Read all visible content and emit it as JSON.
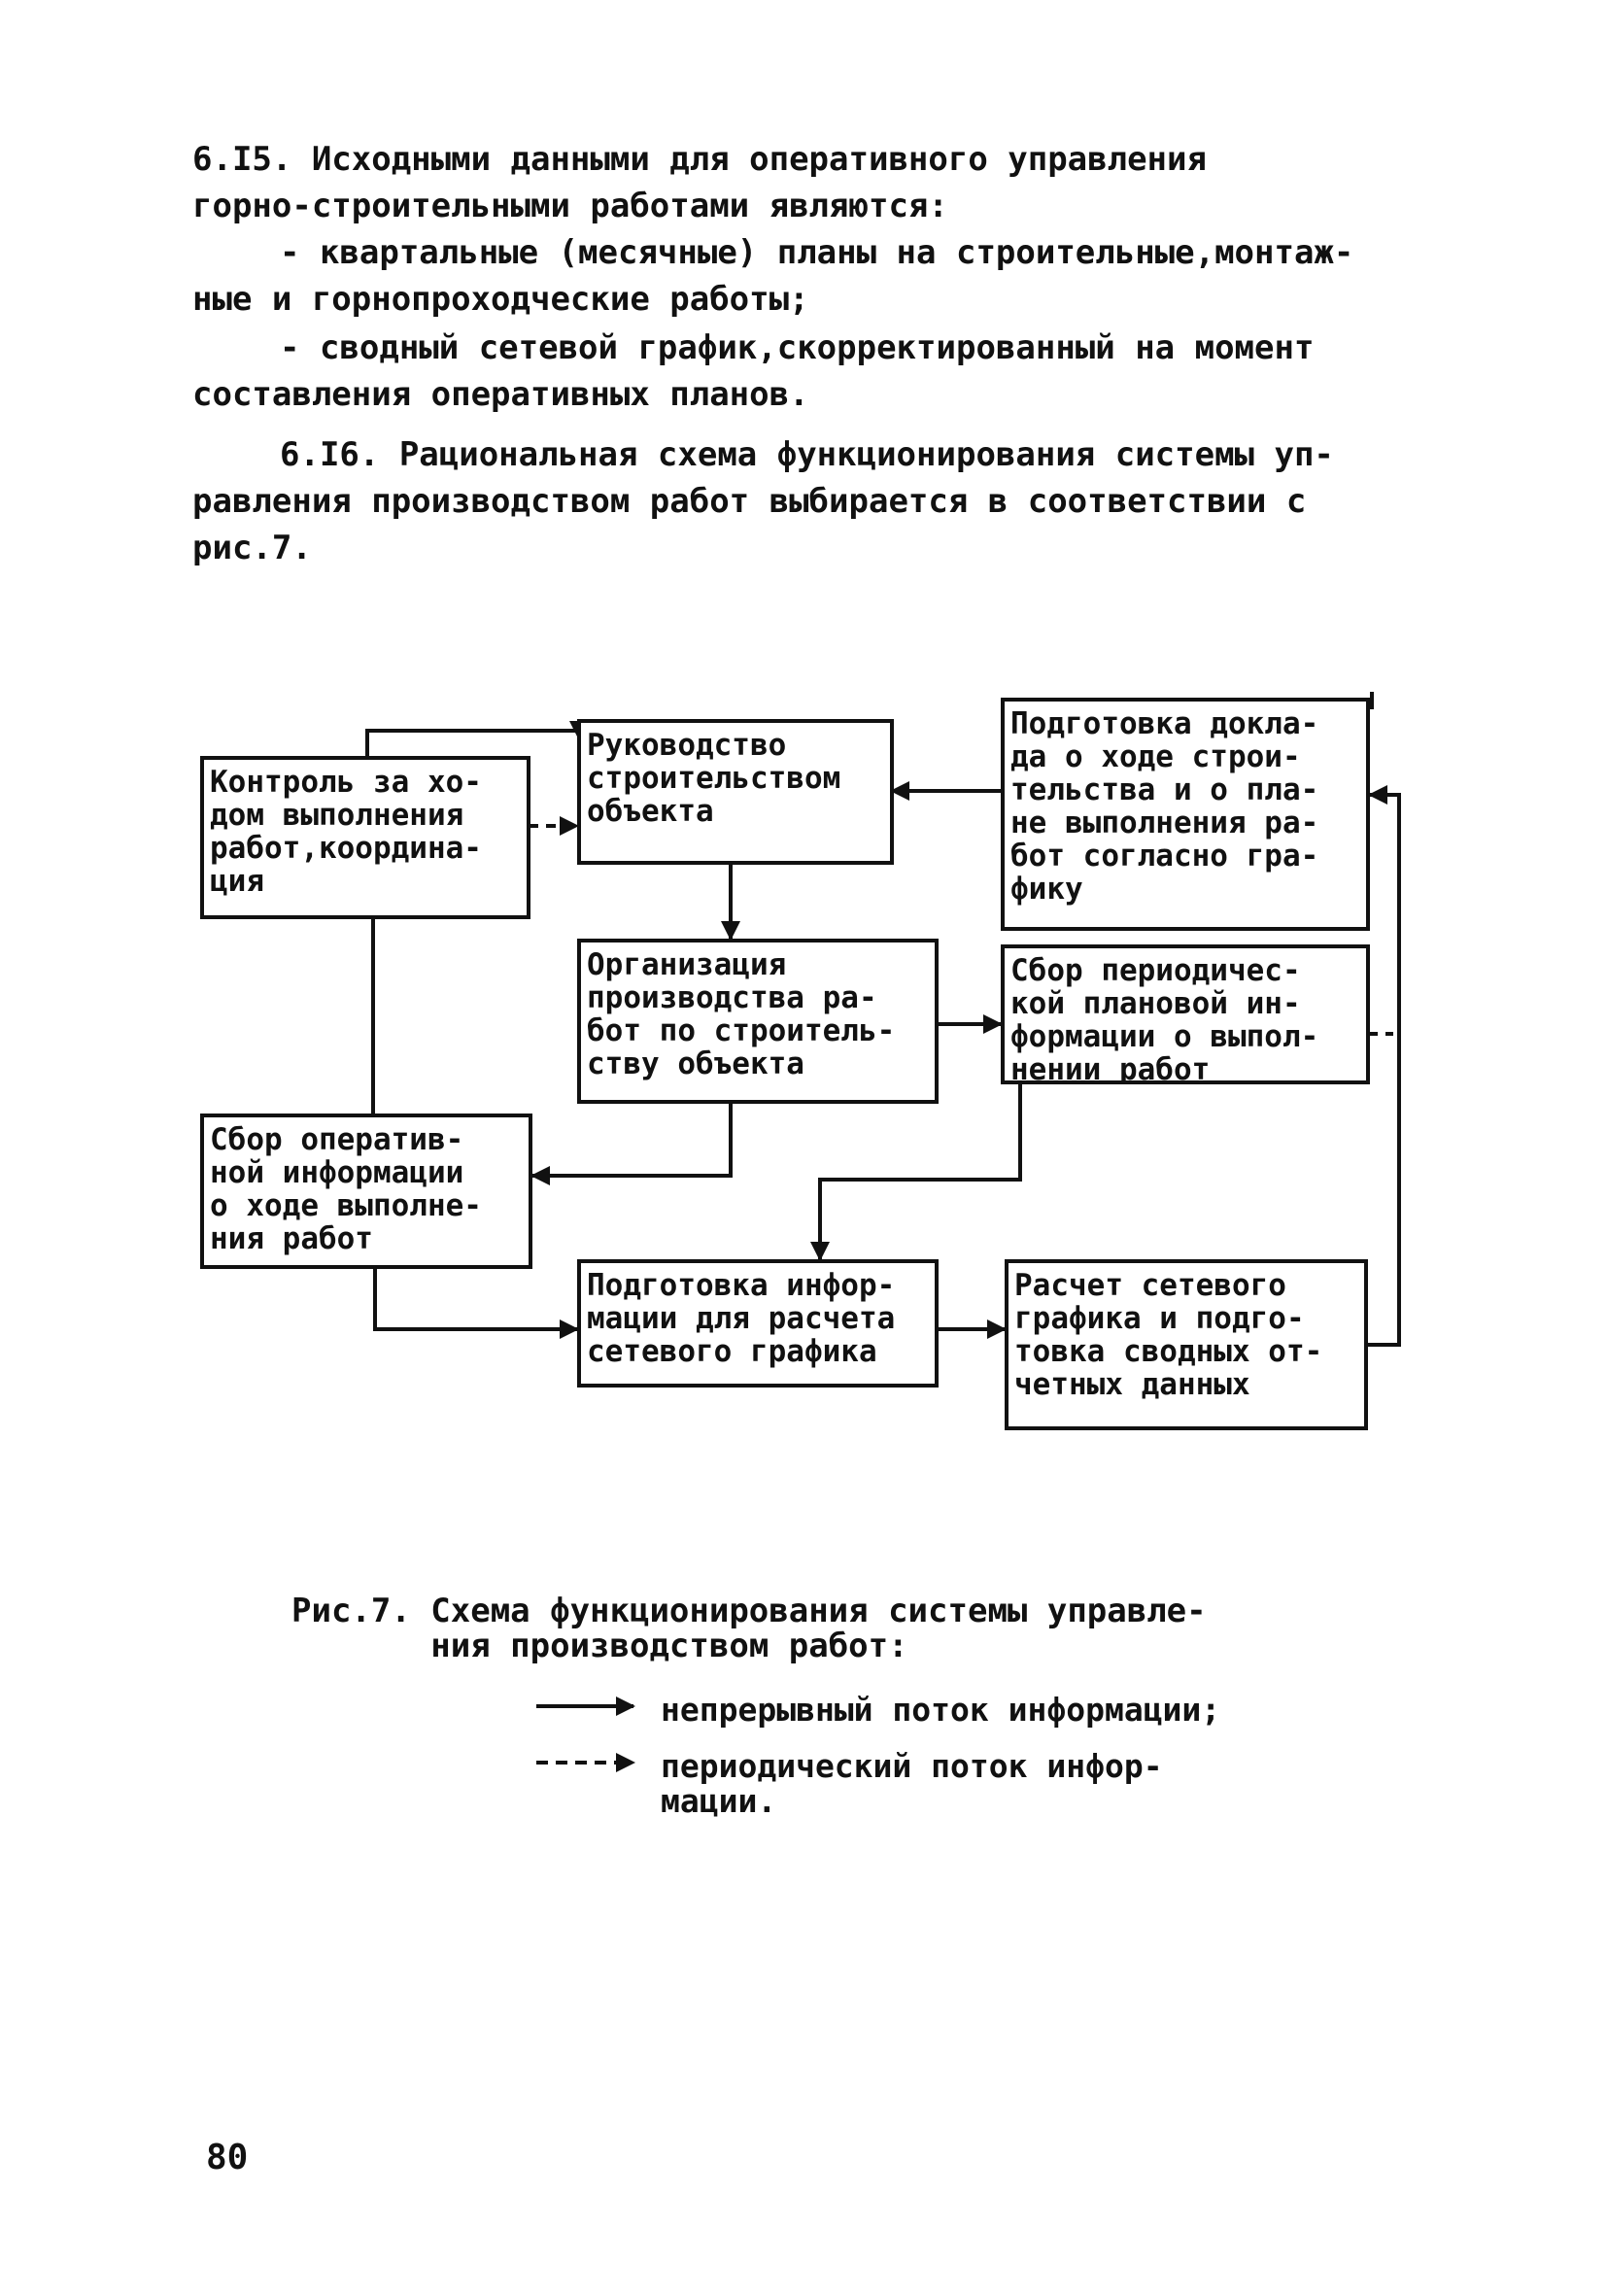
{
  "paragraphs": {
    "p1": "6.I5. Исходными данными для оперативного управления\nгорно-строительными работами являются:",
    "p2": "- квартальные (месячные) планы на строительные,монтаж-\nные и горнопроходческие работы;",
    "p3": "- сводный сетевой график,скорректированный на момент\nсоставления оперативных планов.",
    "p4": "6.I6. Рациональная схема функционирования системы уп-\nравления производством работ выбирается в соответствии с\nрис.7."
  },
  "diagram": {
    "control": "Контроль за хо-\nдом выполнения\nработ,координа-\nция",
    "management": "Руководство\nстроительством\nобъекта",
    "report": "Подготовка докла-\nда о ходе строи-\nтельства и о пла-\nне выполнения ра-\nбот согласно гра-\nфику",
    "organization": "Организация\nпроизводства ра-\nбот по строитель-\nству объекта",
    "periodic_collect": "Сбор периодичес-\nкой плановой ин-\nформации о выпол-\nнении работ",
    "operative_collect": "Сбор оператив-\nной информации\nо ходе выполне-\nния работ",
    "prepare_info": "Подготовка инфор-\nмации для расчета\nсетевого графика",
    "calculation": "Расчет сетевого\nграфика и подго-\nтовка сводных от-\nчетных данных"
  },
  "caption": "Рис.7. Схема функционирования системы управле-\n       ния производством работ:",
  "legend": {
    "continuous": "непрерывный поток информации;",
    "periodic": "периодический поток инфор-\nмации."
  },
  "page_number": "80",
  "colors": {
    "ink": "#111111",
    "paper": "#ffffff"
  }
}
